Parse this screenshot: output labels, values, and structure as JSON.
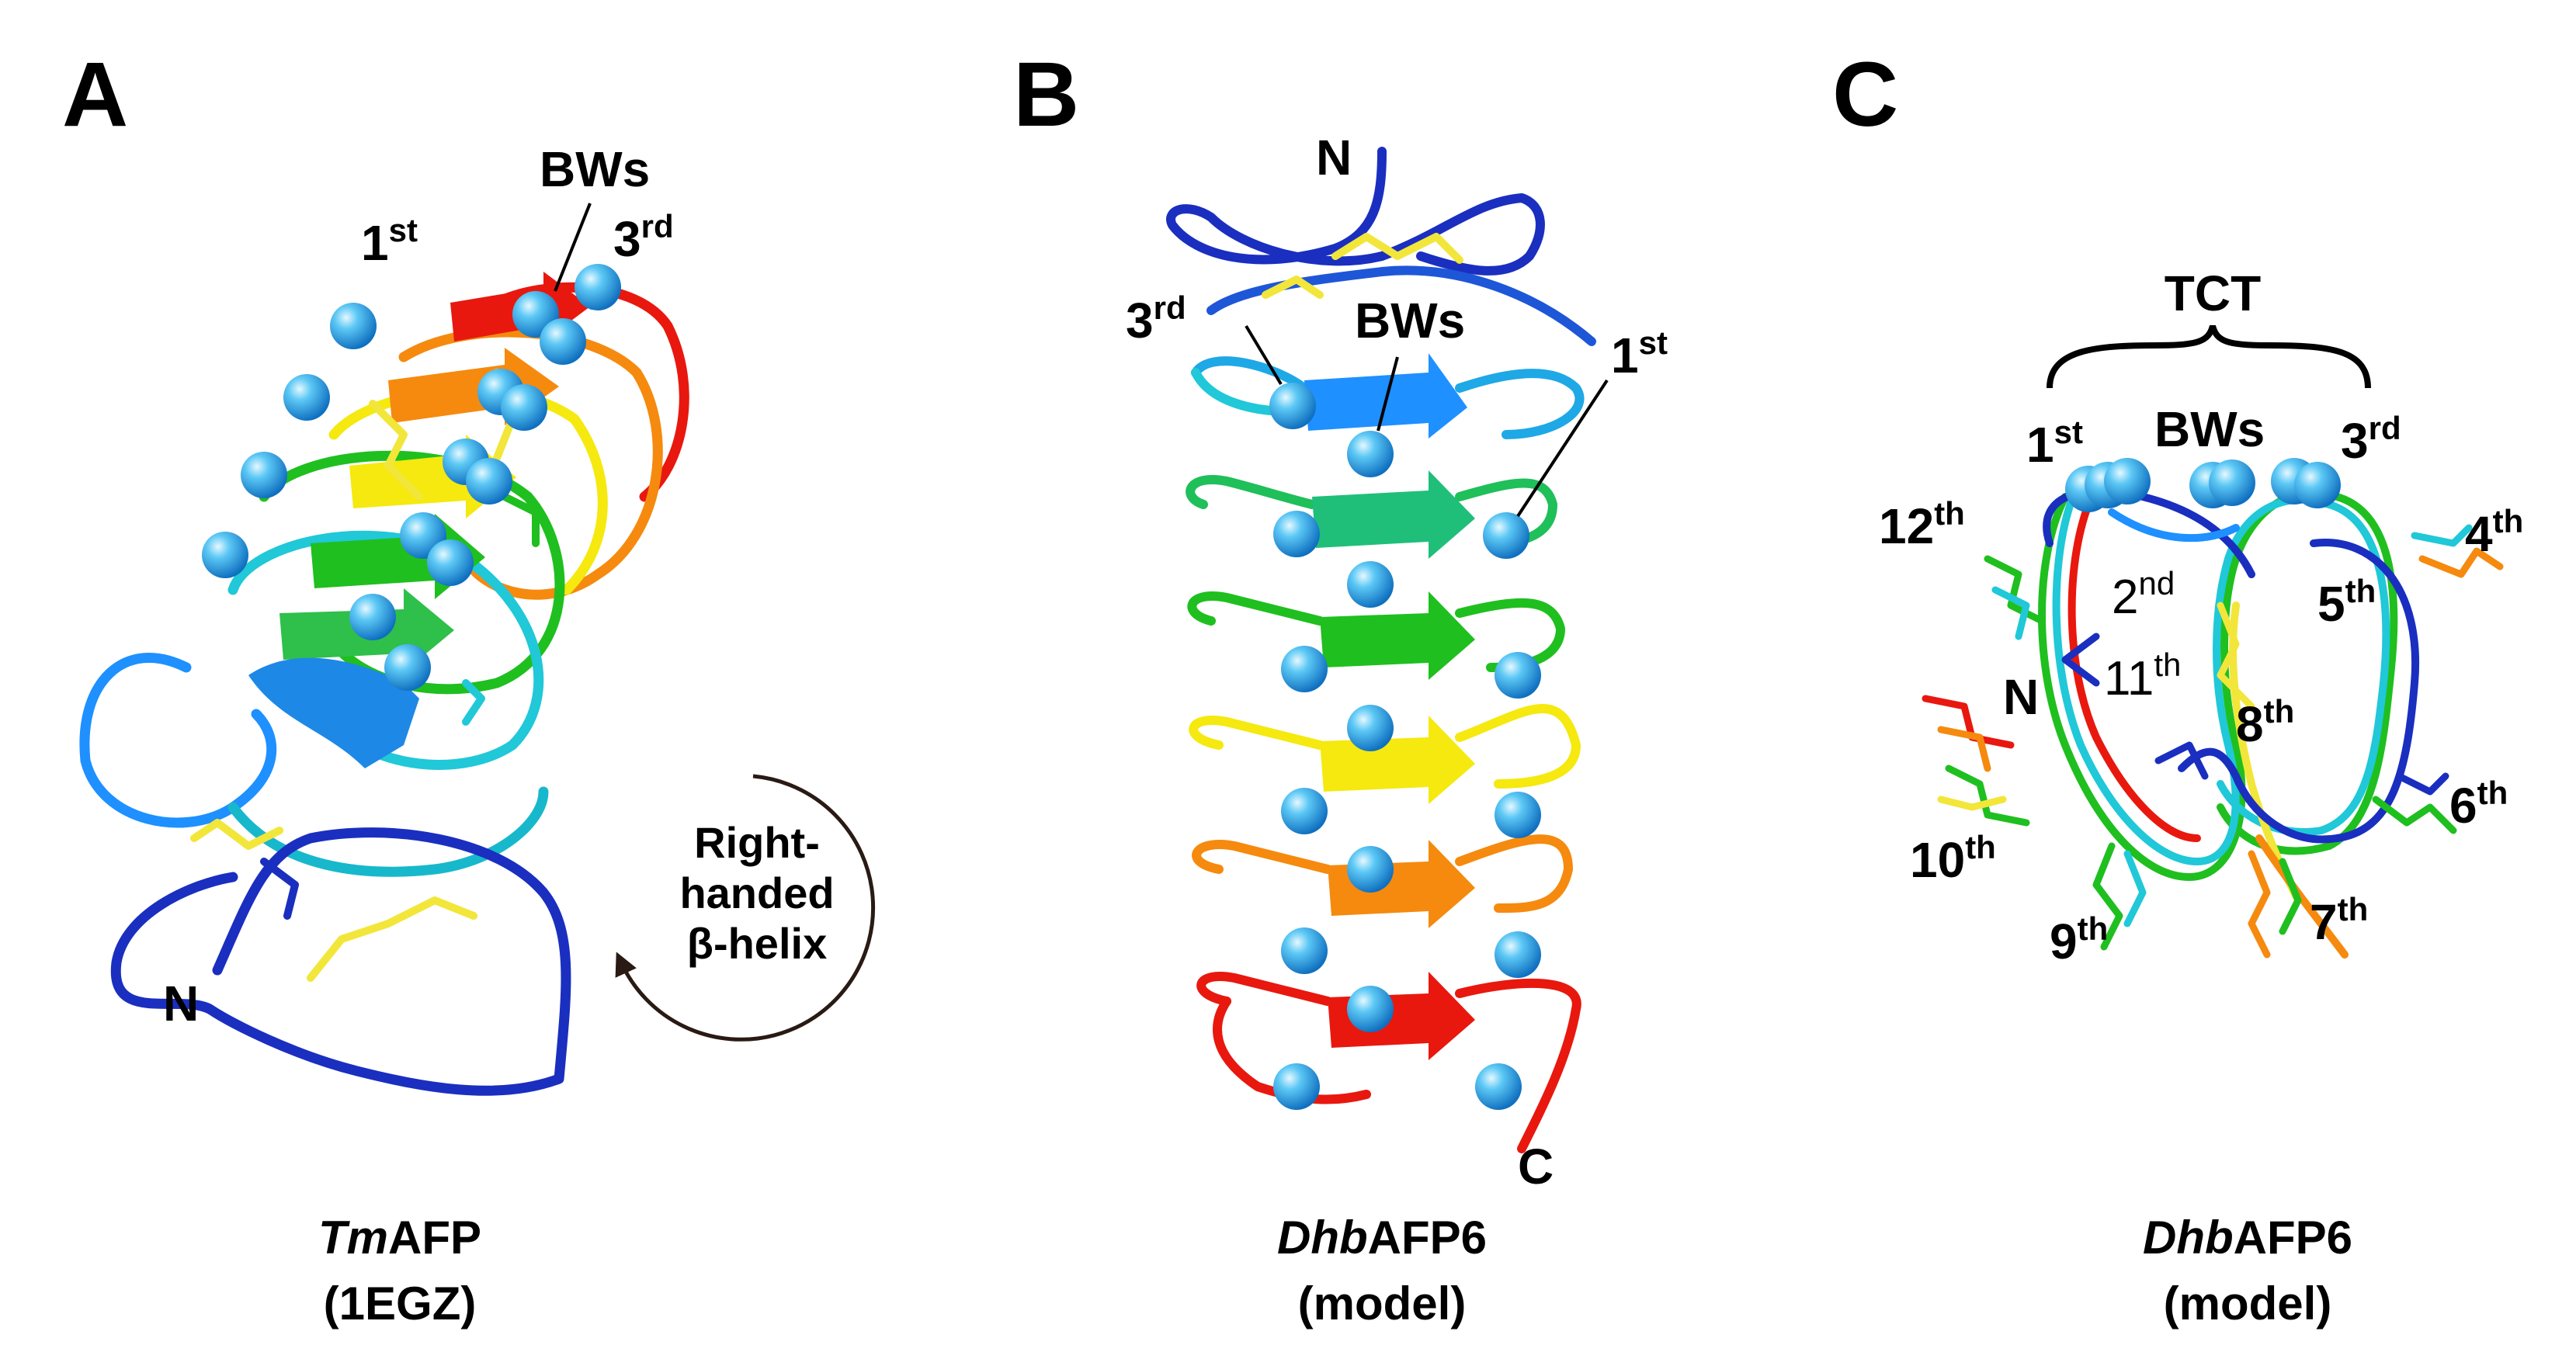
{
  "colors": {
    "blue": "#1a2fbf",
    "sky": "#1e90ff",
    "cyan": "#20c8d8",
    "green": "#1fbf1f",
    "yellow": "#f5e90f",
    "orange": "#f58a0f",
    "red": "#e8180f",
    "sphere": "#2fb4ee",
    "disulfide": "#f2e63a"
  },
  "panels": [
    {
      "letter": "A",
      "labels": {
        "first": "1",
        "first_sup": "st",
        "bws": "BWs",
        "third": "3",
        "third_sup": "rd",
        "n": "N"
      },
      "helix_note": {
        "line1": "Right-",
        "line2": "handed",
        "line3": "β-helix"
      },
      "caption": {
        "italic": "Tm",
        "rest": "AFP",
        "line2": "(1EGZ)"
      }
    },
    {
      "letter": "B",
      "labels": {
        "n": "N",
        "third": "3",
        "third_sup": "rd",
        "bws": "BWs",
        "first": "1",
        "first_sup": "st",
        "c": "C"
      },
      "caption": {
        "italic": "Dhb",
        "rest": "AFP6",
        "line2": "(model)"
      }
    },
    {
      "letter": "C",
      "labels": {
        "tct": "TCT",
        "first": "1",
        "first_sup": "st",
        "bws": "BWs",
        "third": "3",
        "third_sup": "rd",
        "twelfth": "12",
        "twelfth_sup": "th",
        "second": "2",
        "second_sup": "nd",
        "fourth": "4",
        "fourth_sup": "th",
        "fifth": "5",
        "fifth_sup": "th",
        "n": "N",
        "eleventh": "11",
        "eleventh_sup": "th",
        "eighth": "8",
        "eighth_sup": "th",
        "sixth": "6",
        "sixth_sup": "th",
        "tenth": "10",
        "tenth_sup": "th",
        "ninth": "9",
        "ninth_sup": "th",
        "seventh": "7",
        "seventh_sup": "th"
      },
      "caption": {
        "italic": "Dhb",
        "rest": "AFP6",
        "line2": "(model)"
      }
    }
  ]
}
